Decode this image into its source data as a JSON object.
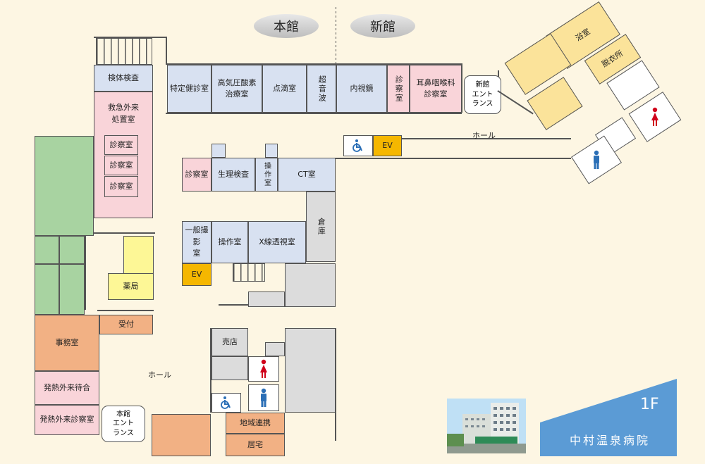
{
  "buildings": {
    "main": "本館",
    "new": "新館"
  },
  "floor": "1F",
  "hospital_name": "中村温泉病院",
  "entrances": {
    "main": "本館\nエント\nランス",
    "new": "新館\nエント\nランス"
  },
  "halls": {
    "main": "ホール",
    "new": "ホール"
  },
  "rooms": {
    "specimen": "検体検査",
    "emergency": "救急外来\n処置室",
    "exam_a": "診察室",
    "exam_b": "診察室",
    "exam_c": "診察室",
    "health_check": "特定健診室",
    "hyperbaric": "高気圧酸素\n治療室",
    "infusion": "点滴室",
    "ultrasound": "超音波",
    "endoscopy": "内視鏡",
    "exam_vertical": "診察室",
    "ent": "耳鼻咽喉科\n診察室",
    "ev_top": "EV",
    "exam_mid": "診察室",
    "physio": "生理検査",
    "control_vertical": "操作室",
    "ct": "CT室",
    "storage": "倉庫",
    "xray_general": "一般撮影\n室",
    "control": "操作室",
    "fluoro": "X線透視室",
    "ev_mid": "EV",
    "pharmacy": "薬局",
    "reception": "受付",
    "office": "事務室",
    "shop": "売店",
    "fever_wait": "発熱外来待合",
    "fever_exam": "発熱外来診察室",
    "community": "地域連携",
    "home_care": "居宅",
    "bath": "浴室",
    "dressing": "脱衣所"
  },
  "colors": {
    "blue": "#d8e1f1",
    "pink": "#f9d4d9",
    "green": "#a8d3a1",
    "orange": "#f2b184",
    "amber": "#f5b700",
    "yellow": "#fdf796",
    "tan": "#fbe39a",
    "panel": "#5b9bd5",
    "wheelchair": "#2b6fb6",
    "female": "#d0021b",
    "male": "#2b6fb6"
  },
  "icons": [
    "wheelchair-icon",
    "female-restroom-icon",
    "male-restroom-icon",
    "hospital-photo"
  ]
}
